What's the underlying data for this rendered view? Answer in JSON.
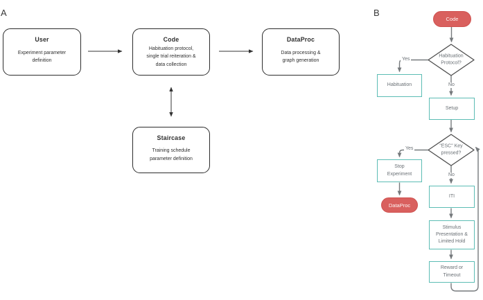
{
  "panel_a": {
    "label": "A",
    "nodes": {
      "user": {
        "title": "User",
        "body": "Experiment parameter\ndefinition"
      },
      "code": {
        "title": "Code",
        "body": "Habituation protocol,\nsingle trial reiteration &\ndata collection"
      },
      "dataproc": {
        "title": "DataProc",
        "body": "Data processing &\ngraph generation"
      },
      "staircase": {
        "title": "Staircase",
        "body": "Training schedule\nparameter definition"
      }
    }
  },
  "panel_b": {
    "label": "B",
    "terminals": {
      "start": "Code",
      "end": "DataProc"
    },
    "decisions": {
      "habituation": "Habituation\nProtocol?",
      "esc": "\"ESC\" Key\npressed?"
    },
    "steps": {
      "habituation": "Habituation",
      "setup": "Setup",
      "stop": "Stop\nExperiment",
      "iti": "ITI",
      "stimulus": "Stimulus\nPresentation &\nLimited Hold",
      "reward": "Reward or\nTimeout"
    },
    "branch_labels": {
      "yes": "Yes",
      "no": "No"
    }
  },
  "colors": {
    "terminal_red": "#d9605e",
    "process_teal": "#5bbcb4",
    "flow_line_gray": "#75797c",
    "decision_border_gray": "#4d4d4d",
    "text_gray": "#6a7075",
    "panel_a_ink": "#2b2b2b"
  }
}
